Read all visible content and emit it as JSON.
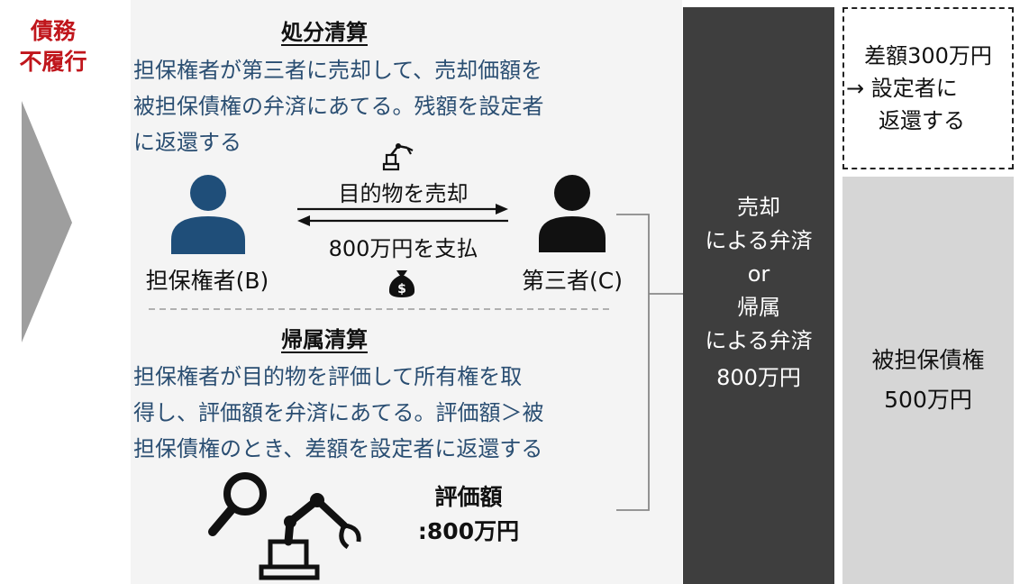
{
  "left": {
    "default_label_line1": "債務",
    "default_label_line2": "不履行"
  },
  "disposal": {
    "title": "処分清算",
    "desc_line1": "担保権者が第三者に売却して、売却価額を",
    "desc_line2": "被担保債権の弁済にあてる。残額を設定者",
    "desc_line3": "に返還する",
    "sale_label": "目的物を売却",
    "payment_label": "800万円を支払",
    "party_b": "担保権者(B)",
    "party_c": "第三者(C)"
  },
  "attribution": {
    "title": "帰属清算",
    "desc_line1": "担保権者が目的物を評価して所有権を取",
    "desc_line2": "得し、評価額を弁済にあてる。評価額＞被",
    "desc_line3": "担保債権のとき、差額を設定者に返還する",
    "valuation_line1": "評価額",
    "valuation_line2": ":800万円"
  },
  "dark_bar": {
    "line1": "売却",
    "line2": "による弁済",
    "line3": "or",
    "line4": "帰属",
    "line5": "による弁済",
    "line6": "800万円"
  },
  "surplus": {
    "line1": "差額300万円",
    "line2": "→ 設定者に",
    "line3": "返還する"
  },
  "debt": {
    "line1": "被担保債権",
    "line2": "500万円"
  },
  "colors": {
    "accent_red": "#c0161c",
    "desc_blue": "#2a4e72",
    "person_blue": "#1f4e79",
    "dark_bar": "#3e3e3e",
    "debt_gray": "#d6d6d6"
  },
  "icons": {
    "robot_small": "robot-arm-icon",
    "money_bag": "money-bag-icon",
    "magnifier": "magnifier-icon",
    "robot_large": "robot-arm-icon",
    "person_b": "person-icon",
    "person_c": "person-icon"
  }
}
